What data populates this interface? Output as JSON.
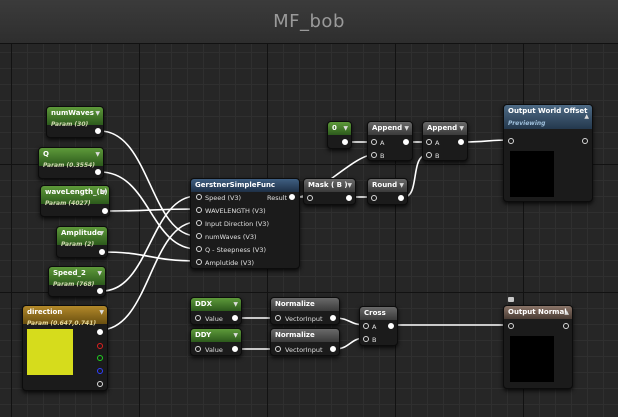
{
  "window": {
    "title": "MF_bob"
  },
  "colors": {
    "grid_bg": "#262626",
    "param_header": "#4a8a2e",
    "function_header": "#3a5670",
    "direction_header": "#9c7a22",
    "direction_swatch": "#d6dc1c",
    "wire": "#ffffff"
  },
  "params": {
    "num_waves": {
      "name": "numWaves",
      "sub": "Param (30)"
    },
    "q": {
      "name": "Q",
      "sub": "Param (0.3554)"
    },
    "wave_length": {
      "name": "waveLength_(L)",
      "sub": "Param (4027)"
    },
    "amplitude": {
      "name": "Amplitude",
      "sub": "Param (2)"
    },
    "speed": {
      "name": "Speed_2",
      "sub": "Param (768)"
    },
    "direction": {
      "name": "direction",
      "sub": "Param (0.647,0.741)"
    }
  },
  "gerstner": {
    "title": "GerstnerSimpleFunc",
    "inputs": [
      "Speed (V3)",
      "WAVELENGTH (V3)",
      "Input Direction (V3)",
      "numWaves (V3)",
      "Q - Steepness (V3)",
      "Amplutide (V3)"
    ],
    "output": "Result"
  },
  "mask": {
    "title": "Mask ( B )"
  },
  "round": {
    "title": "Round"
  },
  "const0": {
    "title": "0"
  },
  "append1": {
    "title": "Append",
    "inputs": [
      "A",
      "B"
    ]
  },
  "append2": {
    "title": "Append",
    "inputs": [
      "A",
      "B"
    ]
  },
  "output_world_offset": {
    "title": "Output World Offset",
    "sub": "Previewing"
  },
  "ddx": {
    "title": "DDX",
    "input": "Value"
  },
  "ddy": {
    "title": "DDY",
    "input": "Value"
  },
  "normalize1": {
    "title": "Normalize",
    "input": "VectorInput"
  },
  "normalize2": {
    "title": "Normalize",
    "input": "VectorInput"
  },
  "cross": {
    "title": "Cross",
    "inputs": [
      "A",
      "B"
    ]
  },
  "output_normal": {
    "title": "Output Normal"
  }
}
